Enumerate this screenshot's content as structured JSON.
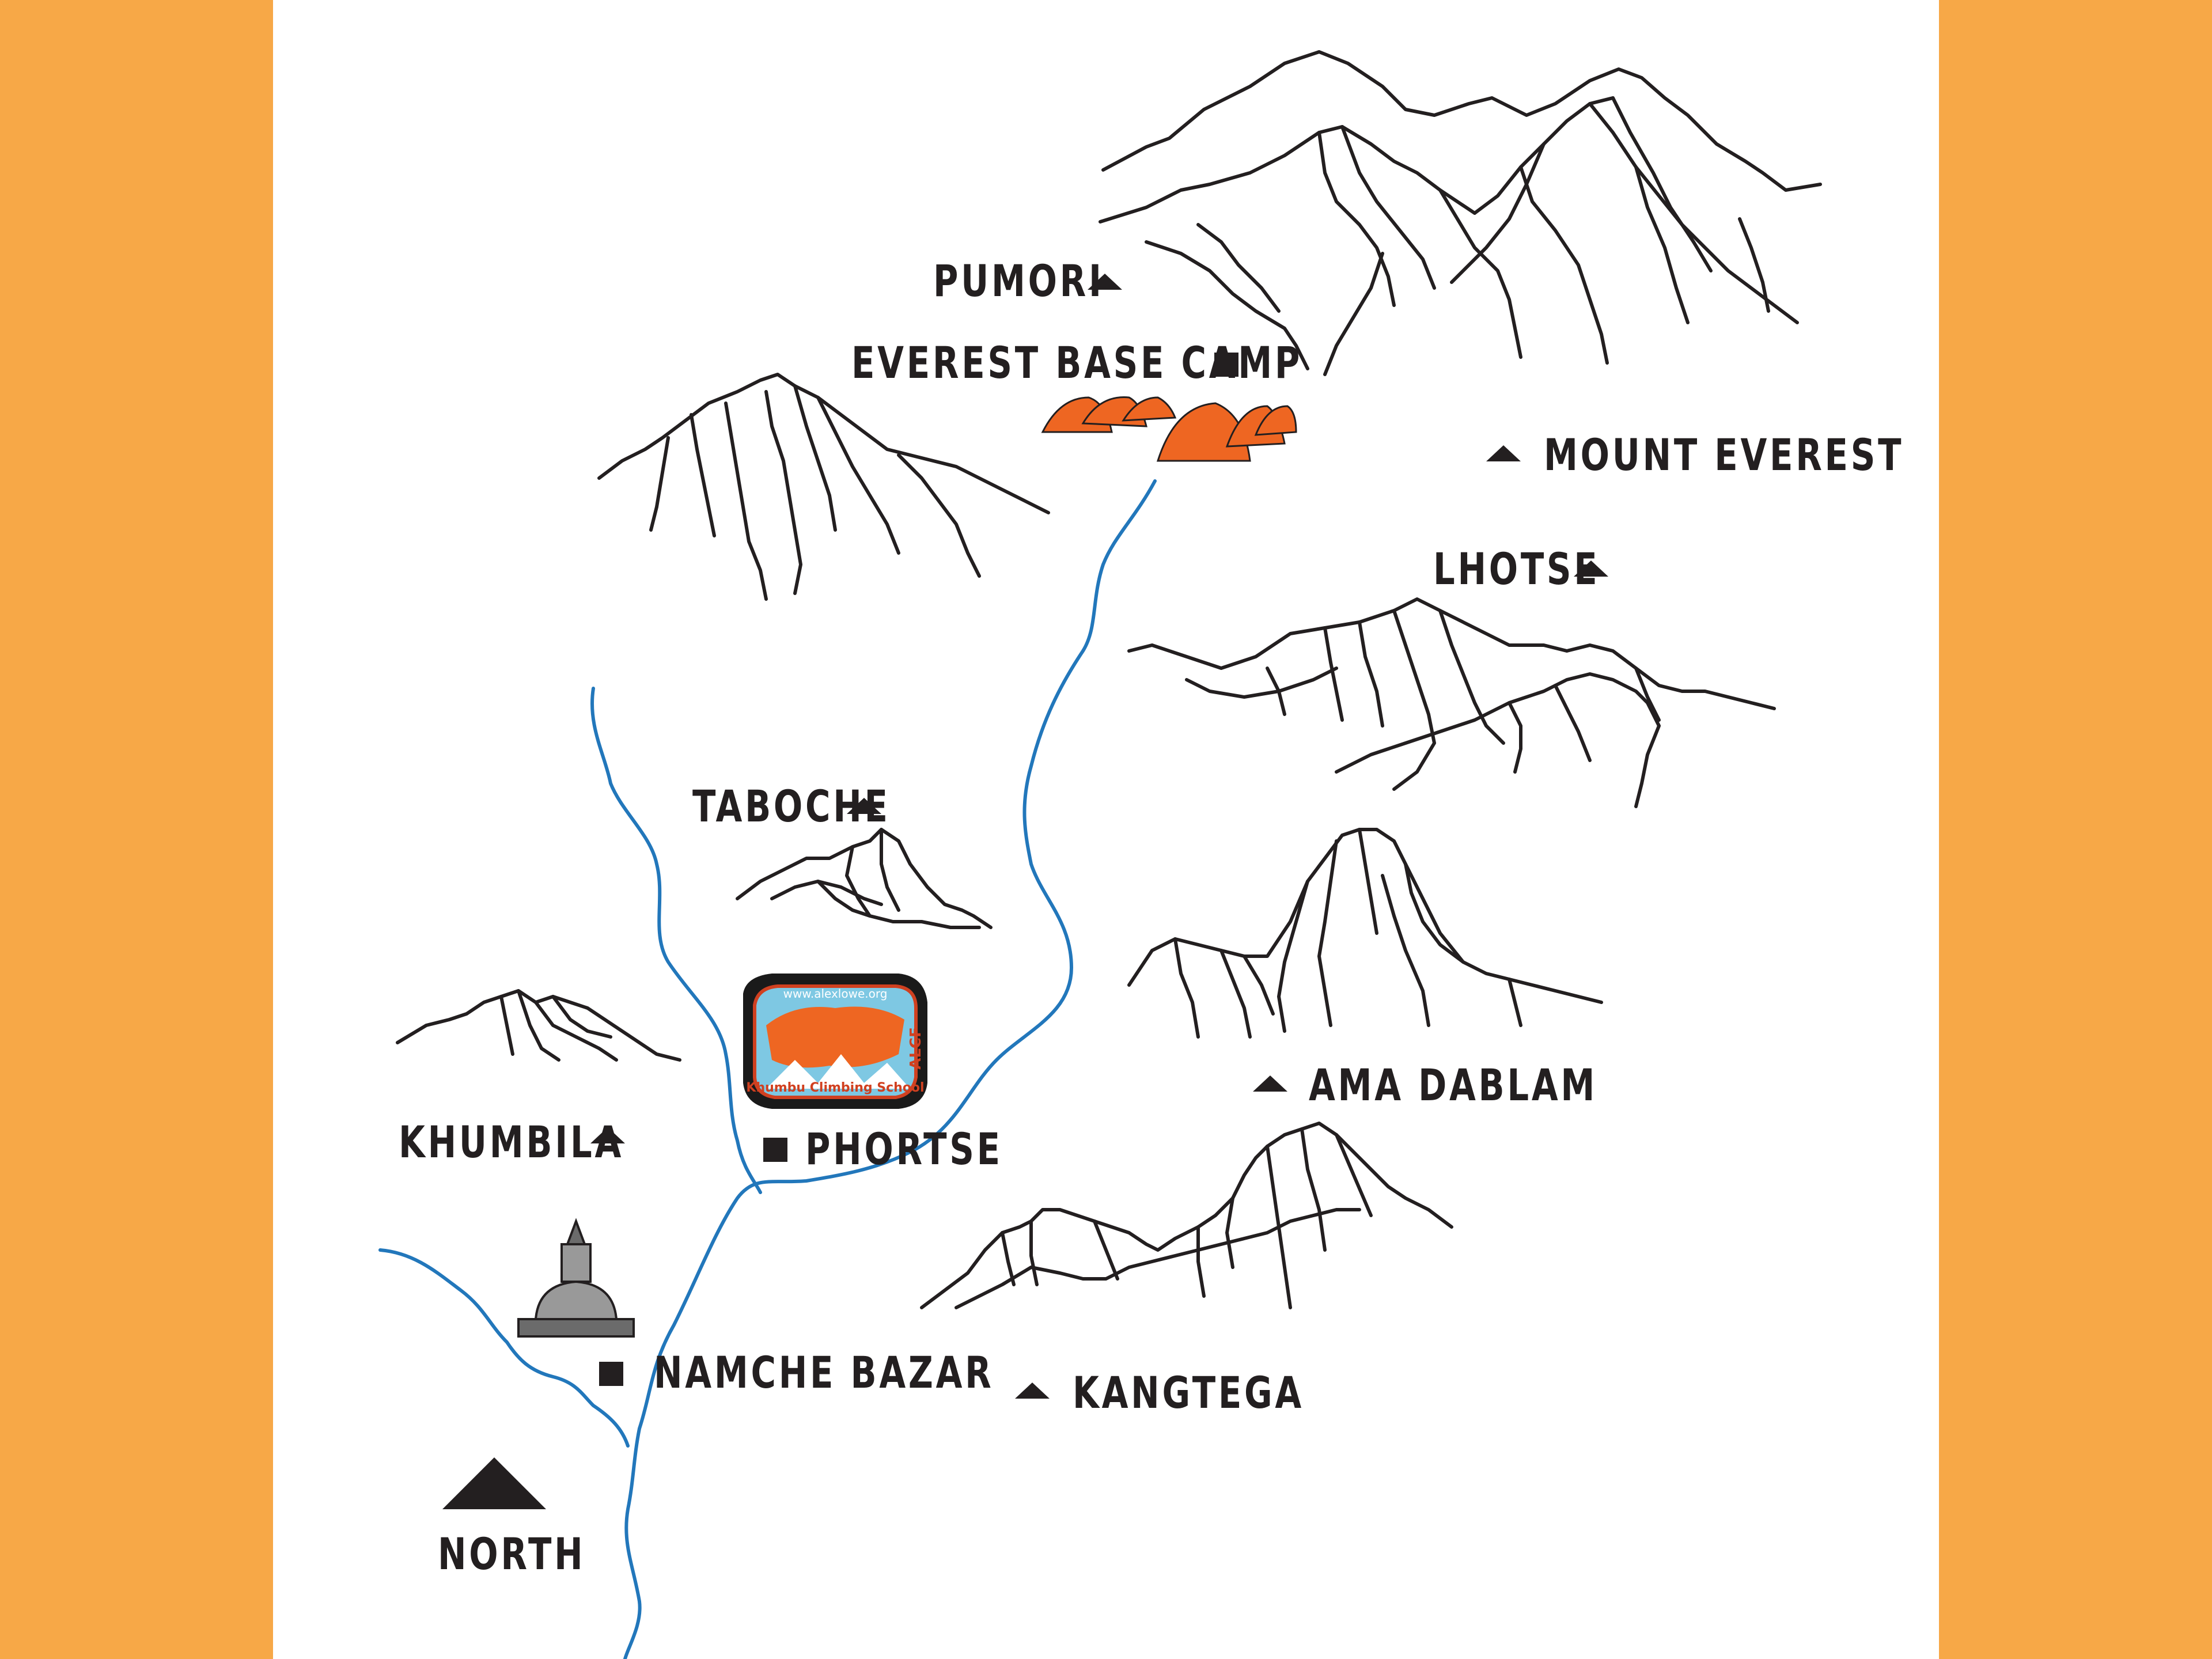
{
  "colors": {
    "band": "#f7a847",
    "background": "#ffffff",
    "ink": "#231f20",
    "river": "#2277bb",
    "tent": "#ee6622",
    "stupa": "#999999"
  },
  "map": {
    "labels": {
      "pumori": "PUMORI",
      "everest_base_camp": "EVEREST BASE CAMP",
      "mount_everest": "MOUNT EVEREST",
      "lhotse": "LHOTSE",
      "taboche": "TABOCHE",
      "ama_dablam": "AMA DABLAM",
      "khumbila": "KHUMBILA",
      "phortse": "PHORTSE",
      "namche_bazar": "NAMCHE BAZAR",
      "kangtega": "KANGTEGA",
      "north": "NORTH"
    },
    "legend": {
      "peak_marker": "triangle-icon",
      "settlement_marker": "square-icon"
    },
    "logo": {
      "url_text": "www.alexlowe.org",
      "abbr": "ALCF",
      "caption": "Khumbu Climbing School"
    }
  }
}
